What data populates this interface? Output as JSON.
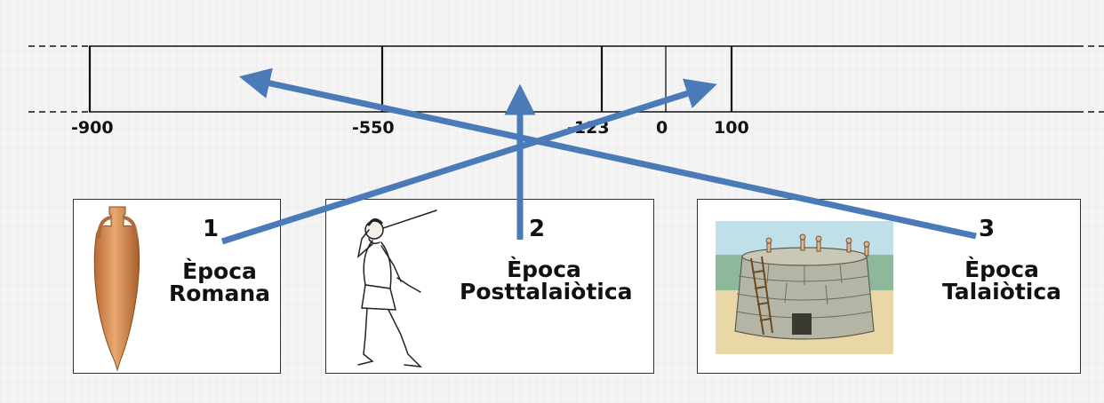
{
  "timeline": {
    "ticks": [
      "-900",
      "-550",
      "-123",
      "0",
      "100"
    ]
  },
  "cards": [
    {
      "number": "1",
      "line1": "Època",
      "line2": "Romana",
      "picture": "amphora-picture"
    },
    {
      "number": "2",
      "line1": "Època",
      "line2": "Posttalaiòtica",
      "picture": "warrior-slinger-picture"
    },
    {
      "number": "3",
      "line1": "Època",
      "line2": "Talaiòtica",
      "picture": "talayot-tower-picture"
    }
  ],
  "colors": {
    "arrow": "#4a7ab8",
    "line": "#111111",
    "card_border": "#333333"
  }
}
